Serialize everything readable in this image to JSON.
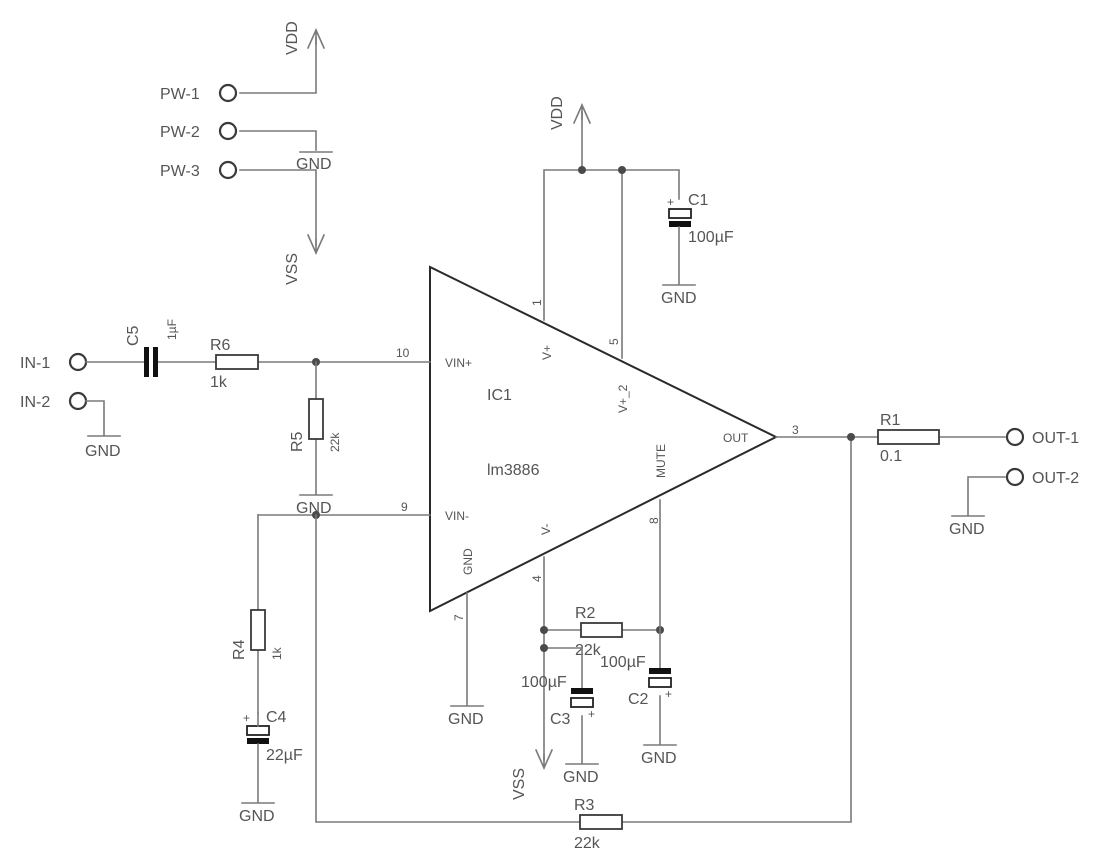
{
  "power": {
    "vdd_top": "VDD",
    "vss_top": "VSS",
    "vdd_ic": "VDD",
    "vss_bottom": "VSS"
  },
  "connectors": {
    "pw1": "PW-1",
    "pw2": "PW-2",
    "pw3": "PW-3",
    "in1": "IN-1",
    "in2": "IN-2",
    "out1": "OUT-1",
    "out2": "OUT-2"
  },
  "ic": {
    "ref": "IC1",
    "value": "lm3886",
    "pins": {
      "vin_plus": "VIN+",
      "vin_minus": "VIN-",
      "v_plus": "V+",
      "v_plus_2": "V+_2",
      "v_minus": "V-",
      "gnd": "GND",
      "mute": "MUTE",
      "out": "OUT"
    },
    "pin_numbers": {
      "p10": "10",
      "p9": "9",
      "p1": "1",
      "p5": "5",
      "p4": "4",
      "p7": "7",
      "p8": "8",
      "p3": "3"
    }
  },
  "components": {
    "c1": {
      "ref": "C1",
      "value": "100µF"
    },
    "c2": {
      "ref": "C2",
      "value": "100µF"
    },
    "c3": {
      "ref": "C3",
      "value": "100µF"
    },
    "c4": {
      "ref": "C4",
      "value": "22µF"
    },
    "c5": {
      "ref": "C5",
      "value": "1µF"
    },
    "r1": {
      "ref": "R1",
      "value": "0.1"
    },
    "r2": {
      "ref": "R2",
      "value": "22k"
    },
    "r3": {
      "ref": "R3",
      "value": "22k"
    },
    "r4": {
      "ref": "R4",
      "value": "1k"
    },
    "r5": {
      "ref": "R5",
      "value": "22k"
    },
    "r6": {
      "ref": "R6",
      "value": "1k"
    }
  },
  "gnd_label": "GND"
}
